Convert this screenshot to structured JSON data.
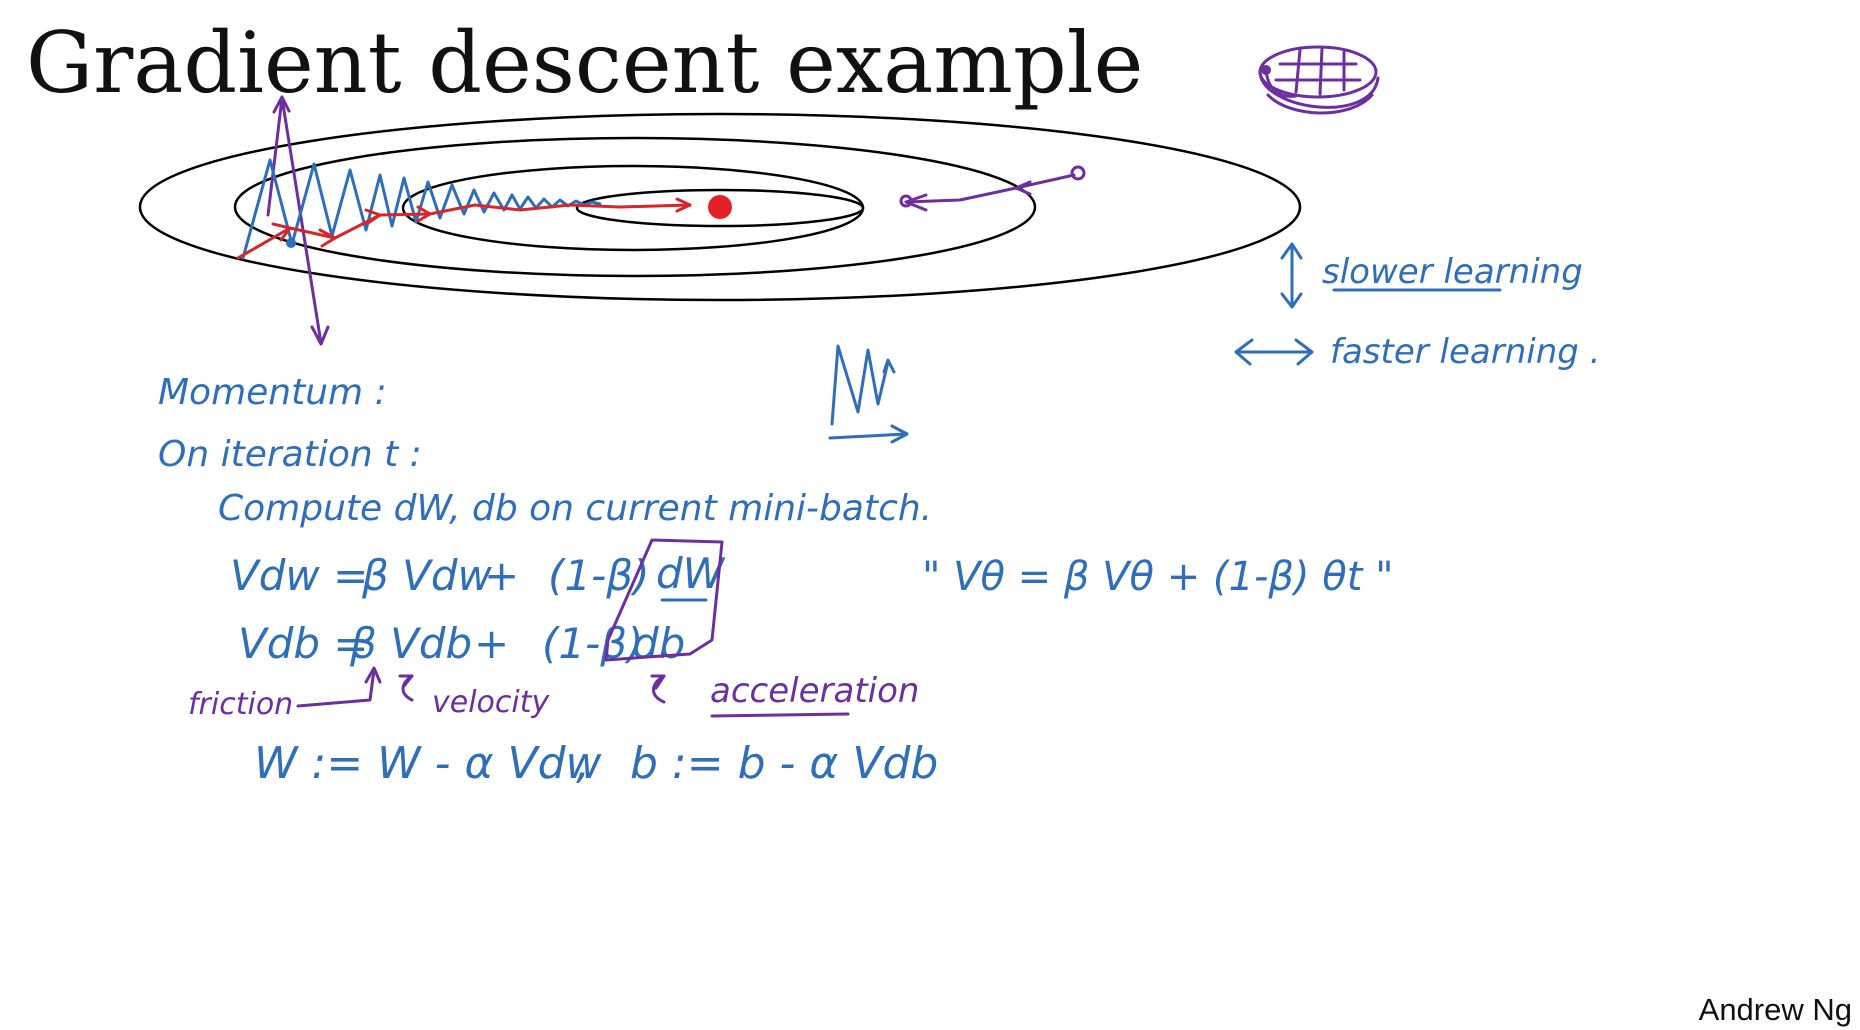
{
  "title": "Gradient descent example",
  "author": "Andrew Ng",
  "legend": {
    "vertical": "slower learning",
    "horizontal": "faster learning ."
  },
  "notes": {
    "momentum": "Momentum :",
    "iteration": "On iteration t :",
    "compute": "Compute dW, db on current mini-batch.",
    "vdw_lhs": "Vdw =",
    "vdw_beta": "β Vdw",
    "vdw_plus": "+",
    "vdw_one_minus_beta": "(1-β)",
    "vdw_dw": "dW",
    "vdb_lhs": "Vdb =",
    "vdb_beta": "β Vdb",
    "vdb_plus": "+",
    "vdb_one_minus_beta": "(1-β)",
    "vdb_db": "db",
    "ewa": "\" Vθ = β Vθ + (1-β) θt \"",
    "friction": "friction",
    "velocity": "velocity",
    "acceleration": "acceleration",
    "update_w": "W := W - α Vdw",
    "comma": ",",
    "update_b": "b := b - α Vdb"
  },
  "colors": {
    "ink_blue": "#2f6fb9",
    "ink_purple": "#6d2fa0",
    "ink_red": "#d7262b",
    "contour_black": "#000000"
  }
}
